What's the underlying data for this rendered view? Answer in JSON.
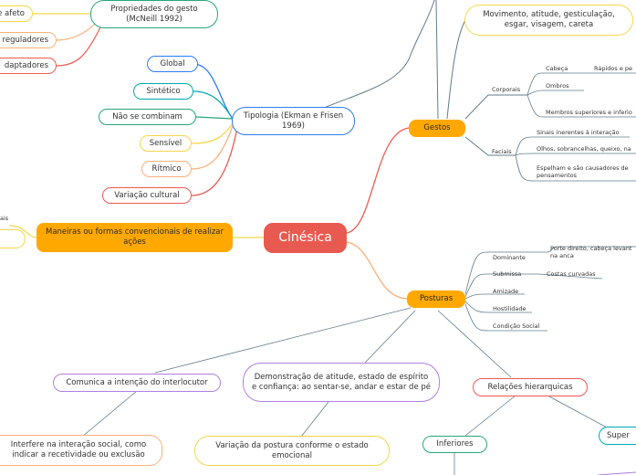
{
  "center": "Cinésica",
  "gestos": {
    "title": "Gestos",
    "top_desc": "Movimento, atitude, gesticulação, esgar, visagem, careta",
    "corporais": "Corporais",
    "cabeca": "Cabeça",
    "cabeca_detail": "Rápidos e pe",
    "ombros": "Ombros",
    "membros": "Membros superiores e inferio",
    "faciais": "Faciais",
    "faciais_1": "Sinais inerentes à interação",
    "faciais_2": "Olhos, sobrancelhas, queixo, na",
    "faciais_3": "Espelham e são causadores de pensamentos"
  },
  "propriedades": {
    "title": "Propriedades do gesto (McNeill 1992)",
    "item1": "es de afeto",
    "item2": "reguladores",
    "item3": "daptadores"
  },
  "tipologia": {
    "title": "Tipologia (Ekman e Frisen 1969)",
    "items": [
      "Global",
      "Sintético",
      "Não se combinam",
      "Sensível",
      "Rítmico",
      "Variação cultural"
    ]
  },
  "maneiras": {
    "title": "Maneiras ou formas convencionais de realizar ações",
    "left_fragment": "ais"
  },
  "posturas": {
    "title": "Posturas",
    "dominante": "Dominante",
    "dominante_detail": "Porte direito, cabeça levant na anca",
    "submissa": "Submissa",
    "submissa_detail": "Costas curvadas",
    "amizade": "Amizade",
    "hostilidade": "Hostilidade",
    "condicao": "Condição Social",
    "comunica": "Comunica a intenção do interlocutor",
    "interfere": "Interfere na interação social, como indicar a recetividade ou exclusão",
    "demonstracao": "Demonstração de atitude, estado de espírito e confiança: ao sentar-se, andar e estar de pé",
    "variacao": "Variação da postura conforme o estado emocional",
    "relacoes": "Relações hierarquicas",
    "inferiores": "Inferiores",
    "superiores": "Super"
  },
  "colors": {
    "center": "#e85a50",
    "main_branch": "#ffa800",
    "link_grey": "#607d8b",
    "blue": "#2e7cf6",
    "teal": "#00a8b5",
    "green": "#26a67a",
    "yellow": "#f5d64a",
    "light_orange": "#f9b17a",
    "red": "#ee5a52",
    "purple": "#b07fe0"
  }
}
